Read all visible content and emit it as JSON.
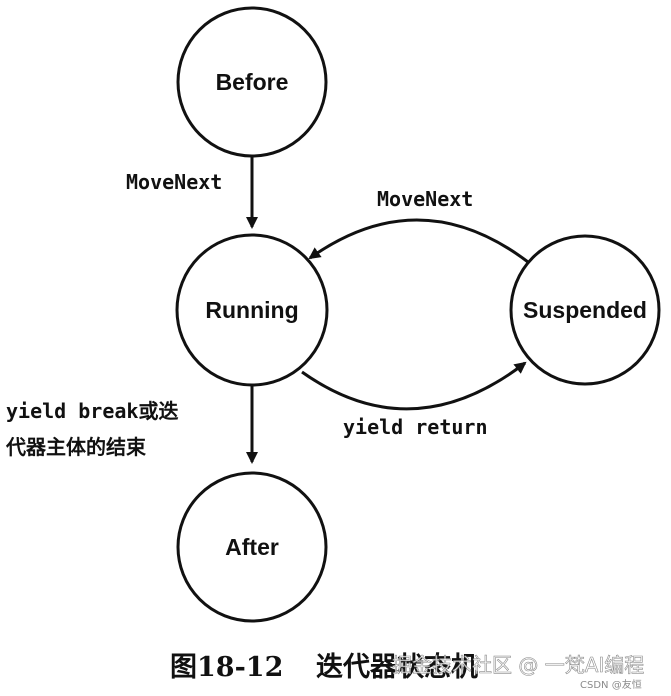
{
  "states": {
    "before": "Before",
    "running": "Running",
    "suspended": "Suspended",
    "after": "After"
  },
  "transitions": {
    "before_to_running": "MoveNext",
    "suspended_to_running": "MoveNext",
    "running_to_suspended": "yield return",
    "running_to_after_line1": "yield break或迭",
    "running_to_after_line2": "代器主体的结束"
  },
  "caption": {
    "figure_number": "图18-12",
    "title": "迭代器状态机"
  },
  "watermarks": {
    "main": "掘金技术社区 @ 一梵AI编程",
    "small": "CSDN @友恒"
  }
}
